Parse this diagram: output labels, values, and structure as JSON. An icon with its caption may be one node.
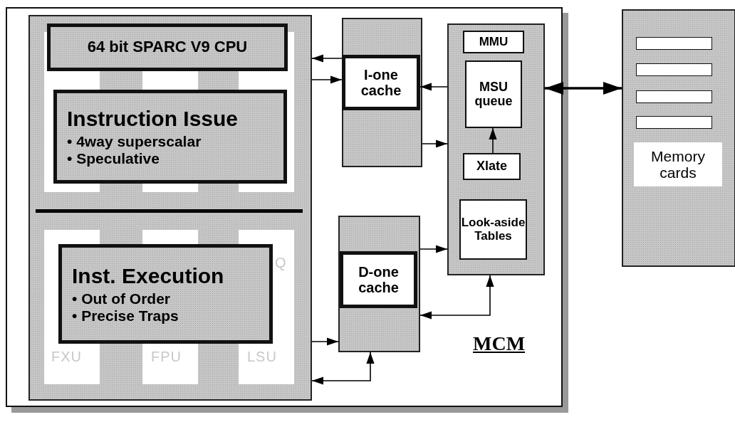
{
  "diagram": {
    "nodes": [
      {
        "text": [
          "MCM"
        ]
      },
      {
        "text": [],
        "shape": "box",
        "in": 0
      },
      {
        "text": [
          "64 bit SPARC V9 CPU"
        ],
        "in": 1
      },
      {
        "text": [
          "Instruction Issue",
          "• 4way superscalar",
          "• Speculative"
        ],
        "in": 1
      },
      {
        "text": [
          "Inst. Execution",
          "• Out of Order",
          "• Precise Traps"
        ],
        "in": 1
      },
      {
        "text": [],
        "shape": "box",
        "in": 0
      },
      {
        "text": [
          "I-one cache"
        ],
        "in": 5
      },
      {
        "text": [],
        "shape": "box",
        "in": 0
      },
      {
        "text": [
          "D-one cache"
        ],
        "in": 7
      },
      {
        "text": [],
        "shape": "box",
        "in": 0
      },
      {
        "text": [
          "MMU"
        ],
        "in": 9
      },
      {
        "text": [
          "MSU queue"
        ],
        "in": 9
      },
      {
        "text": [
          "Xlate"
        ],
        "in": 9
      },
      {
        "text": [
          "Look-aside Tables"
        ],
        "in": 9
      },
      {
        "text": [],
        "shape": "box"
      },
      {
        "text": [],
        "shape": "bar",
        "in": 14
      },
      {
        "text": [],
        "shape": "bar",
        "in": 14
      },
      {
        "text": [],
        "shape": "bar",
        "in": 14
      },
      {
        "text": [],
        "shape": "bar",
        "in": 14
      },
      {
        "text": [
          "Memory cards"
        ],
        "in": 14
      }
    ],
    "edges": [
      {
        "from": 6,
        "to": 1,
        "arrow": "to"
      },
      {
        "from": 1,
        "to": 6,
        "arrow": "to"
      },
      {
        "from": 9,
        "to": 6,
        "arrow": "to"
      },
      {
        "from": 5,
        "to": 9,
        "arrow": "to"
      },
      {
        "from": 9,
        "to": 14,
        "arrow": "both",
        "style": "thick"
      },
      {
        "from": 12,
        "to": 11,
        "arrow": "to"
      },
      {
        "from": 7,
        "to": 9,
        "arrow": "to"
      },
      {
        "from": 7,
        "to": 9,
        "arrow": "both"
      },
      {
        "from": 1,
        "to": 7,
        "arrow": "to"
      },
      {
        "from": 1,
        "to": 7,
        "arrow": "both"
      }
    ],
    "labels": [
      "Q",
      "FXU",
      "FPU",
      "LSU"
    ]
  }
}
